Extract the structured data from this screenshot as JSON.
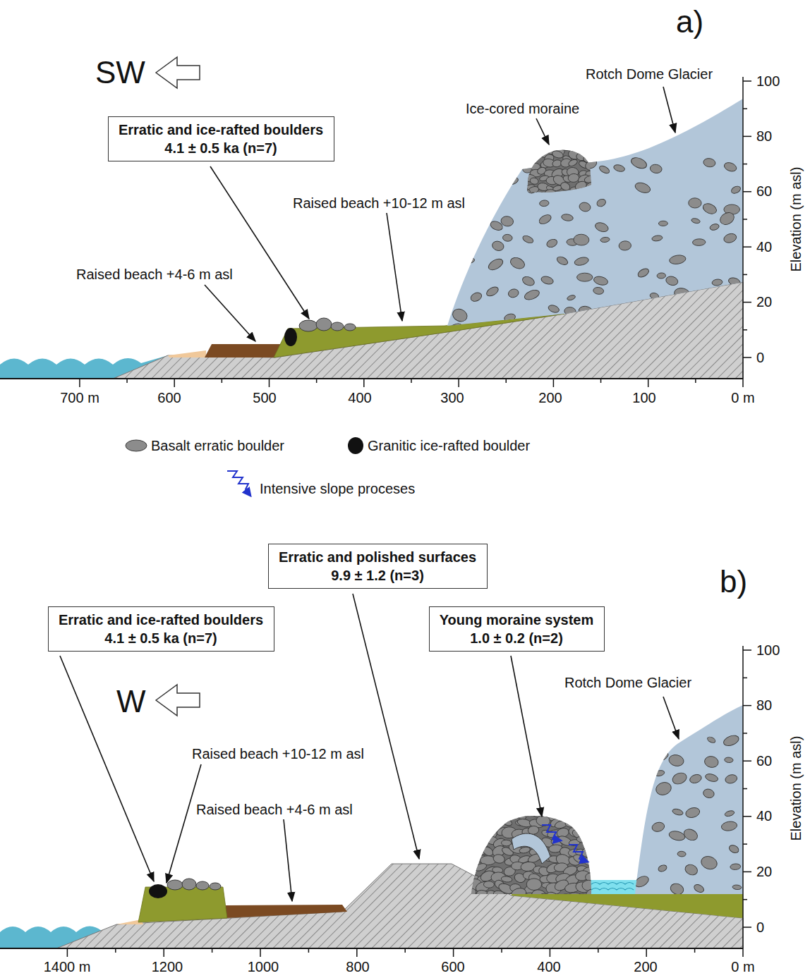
{
  "diagram": {
    "nodes": [
      {
        "text": [
          "Erratic and ice-rafted boulders",
          "4.1 ± 0.5 ka (n=7)"
        ]
      },
      {
        "text": [
          "Erratic and polished surfaces",
          "9.9 ± 1.2 (n=3)"
        ]
      },
      {
        "text": [
          "Erratic and ice-rafted boulders",
          "4.1 ± 0.5 ka (n=7)"
        ]
      },
      {
        "text": [
          "Young moraine system",
          "1.0 ± 0.2 (n=2)"
        ]
      }
    ],
    "edges": [],
    "labels": [
      "a)",
      "SW",
      "Rotch Dome Glacier",
      "Ice-cored moraine",
      "Raised beach +10-12 m asl",
      "Raised beach +4-6 m asl",
      "100",
      "80",
      "60",
      "40",
      "20",
      "0",
      "Elevation (m asl)",
      "700 m",
      "600",
      "500",
      "400",
      "300",
      "200",
      "100",
      "0 m",
      "b)",
      "W",
      "Rotch Dome Glacier",
      "Raised beach +10-12 m asl",
      "Raised beach +4-6 m asl",
      "100",
      "80",
      "60",
      "40",
      "20",
      "0",
      "Elevation (m asl)",
      "1400 m",
      "1200",
      "1000",
      "800",
      "600",
      "400",
      "200",
      "0 m"
    ],
    "legend": [
      {
        "text": "Basalt erratic boulder"
      },
      {
        "text": "Granitic ice-rafted boulder"
      },
      {
        "text": "Intensive slope proceses"
      }
    ]
  }
}
